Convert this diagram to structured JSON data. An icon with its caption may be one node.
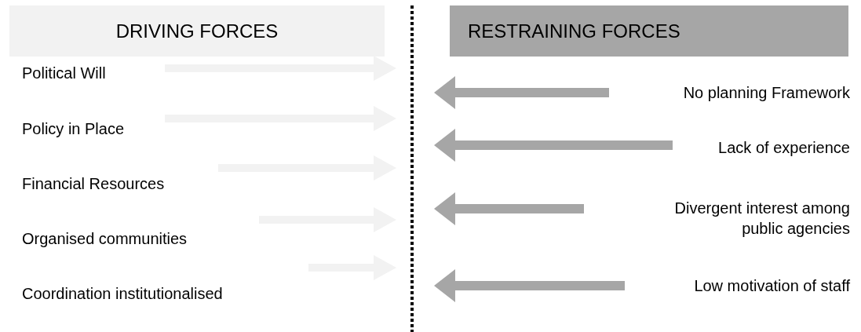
{
  "diagram": {
    "nodes": [
      {
        "text": [
          "DRIVING FORCES"
        ]
      },
      {
        "text": [
          "RESTRAINING FORCES"
        ]
      }
    ],
    "labels": [
      "Political Will",
      "Policy in Place",
      "Financial Resources",
      "Organised communities",
      "Coordination institutionalised",
      "No planning Framework",
      "Lack of experience",
      "Divergent interest among public agencies",
      "Low motivation of staff"
    ]
  }
}
